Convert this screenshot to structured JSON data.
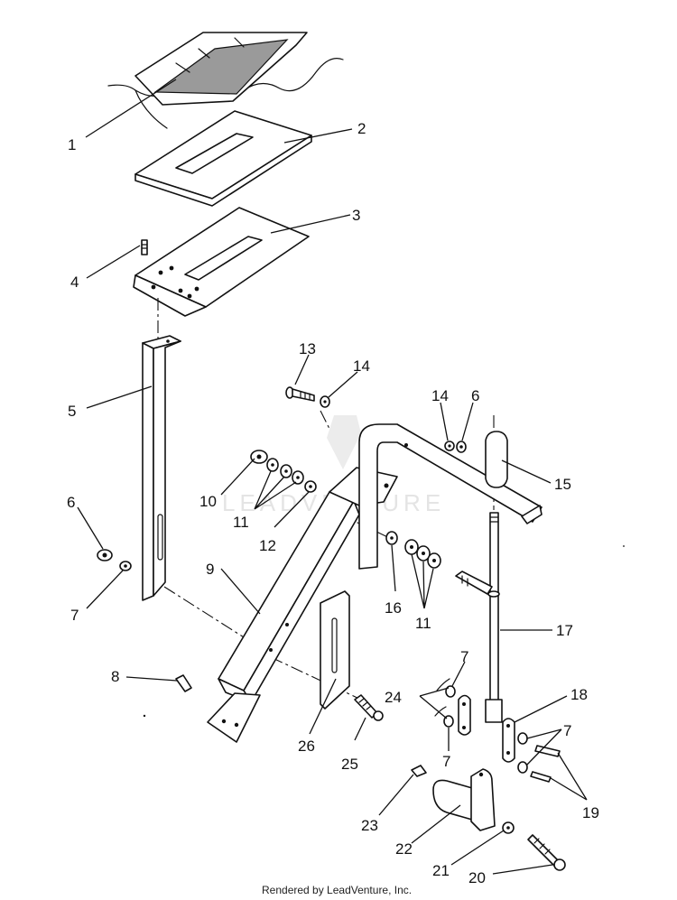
{
  "watermark": "LEADVENTURE",
  "credit": "Rendered by LeadVenture, Inc.",
  "callouts": {
    "c1": "1",
    "c2": "2",
    "c3": "3",
    "c4": "4",
    "c5": "5",
    "c6a": "6",
    "c6b": "6",
    "c7a": "7",
    "c7b": "7",
    "c7c": "7",
    "c7d": "7",
    "c8": "8",
    "c9": "9",
    "c10": "10",
    "c11a": "11",
    "c11b": "11",
    "c12": "12",
    "c13": "13",
    "c14a": "14",
    "c14b": "14",
    "c15": "15",
    "c16": "16",
    "c17": "17",
    "c18": "18",
    "c19": "19",
    "c20": "20",
    "c21": "21",
    "c22": "22",
    "c23": "23",
    "c24": "24",
    "c25": "25",
    "c26": "26"
  }
}
